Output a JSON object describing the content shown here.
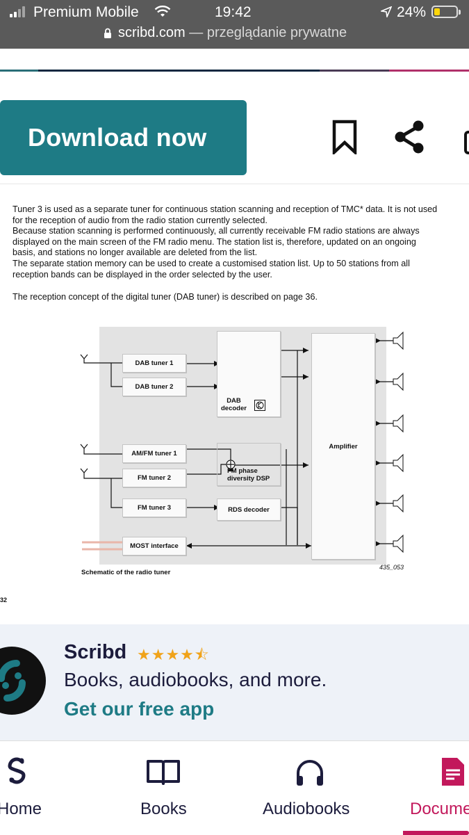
{
  "status_bar": {
    "carrier": "Premium Mobile",
    "time": "19:42",
    "battery": "24%",
    "domain": "scribd.com",
    "separator": "—",
    "mode": "przeglądanie prywatne"
  },
  "toolbar": {
    "download_label": "Download now",
    "bookmark_icon": "bookmark-icon",
    "share_icon": "share-icon"
  },
  "document": {
    "paragraphs": [
      "Tuner 3 is used as a separate tuner for continuous station scanning and reception of TMC* data. It is not used",
      "for the reception of audio from the radio station currently selected.",
      "Because station scanning is performed continuously, all currently receivable FM radio stations are always",
      "displayed on the main screen of the FM radio menu. The station list is, therefore, updated on an ongoing",
      "basis, and stations no longer available are deleted from the list.",
      "The separate station memory can be used to create a customised station list. Up to 50 stations from all",
      "reception bands can be displayed in the order selected by the user.",
      "The reception concept of the digital tuner (DAB tuner) is described on page 36."
    ],
    "figure": {
      "boxes": {
        "dab1": "DAB tuner 1",
        "dab2": "DAB tuner 2",
        "dab_decoder_1": "DAB",
        "dab_decoder_2": "decoder",
        "amfm1": "AM/FM tuner 1",
        "fm2": "FM tuner 2",
        "fm3": "FM tuner 3",
        "fm_dsp_1": "FM phase",
        "fm_dsp_2": "diversity DSP",
        "rds": "RDS decoder",
        "most": "MOST interface",
        "amplifier": "Amplifier"
      },
      "caption": "Schematic of the radio tuner",
      "figure_id": "435_053"
    },
    "page_number": "32"
  },
  "banner": {
    "app_name": "Scribd",
    "stars": "★★★★⯪",
    "tagline": "Books, audiobooks, and more.",
    "cta": "Get our free app"
  },
  "bottom_nav": {
    "items": [
      {
        "label": "Home",
        "icon": "scribd-logo-icon"
      },
      {
        "label": "Books",
        "icon": "book-icon"
      },
      {
        "label": "Audiobooks",
        "icon": "headphones-icon"
      },
      {
        "label": "Documents",
        "icon": "document-icon"
      }
    ]
  },
  "colors": {
    "accent": "#1e7b85",
    "active_nav": "#c2185b",
    "banner_bg": "#eef2f8",
    "status_bg": "#5a5a5a"
  }
}
